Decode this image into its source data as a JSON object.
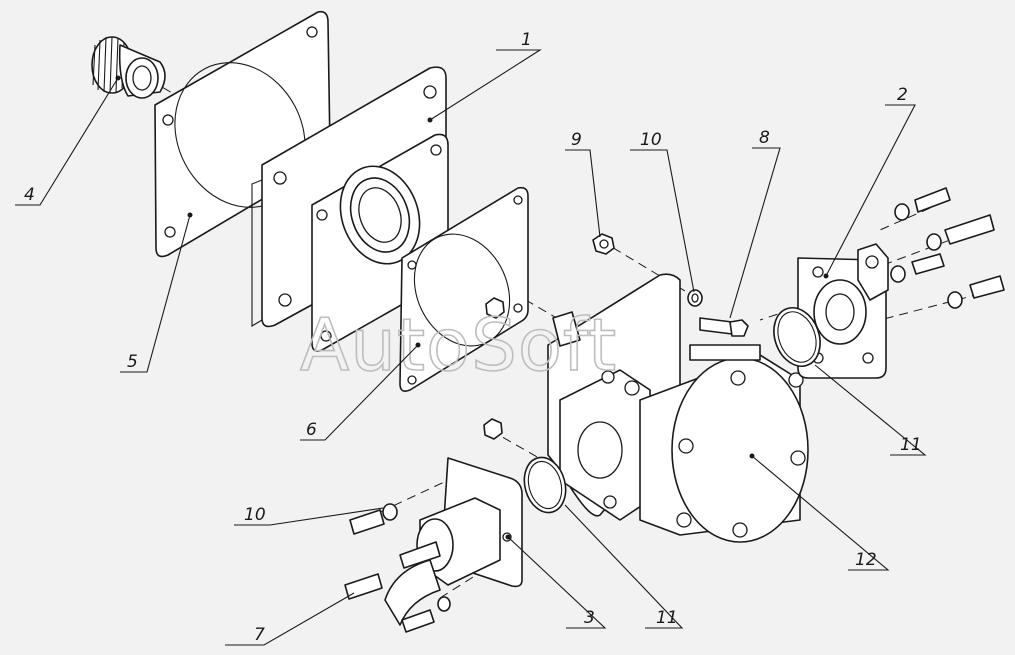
{
  "watermark": "AutoSoft",
  "callouts": [
    {
      "id": "c1",
      "label": "1"
    },
    {
      "id": "c2",
      "label": "2"
    },
    {
      "id": "c3",
      "label": "3"
    },
    {
      "id": "c4",
      "label": "4"
    },
    {
      "id": "c5",
      "label": "5"
    },
    {
      "id": "c6",
      "label": "6"
    },
    {
      "id": "c7",
      "label": "7"
    },
    {
      "id": "c8",
      "label": "8"
    },
    {
      "id": "c9",
      "label": "9"
    },
    {
      "id": "c10a",
      "label": "10"
    },
    {
      "id": "c10b",
      "label": "10"
    },
    {
      "id": "c11a",
      "label": "11"
    },
    {
      "id": "c11b",
      "label": "11"
    },
    {
      "id": "c12",
      "label": "12"
    }
  ]
}
